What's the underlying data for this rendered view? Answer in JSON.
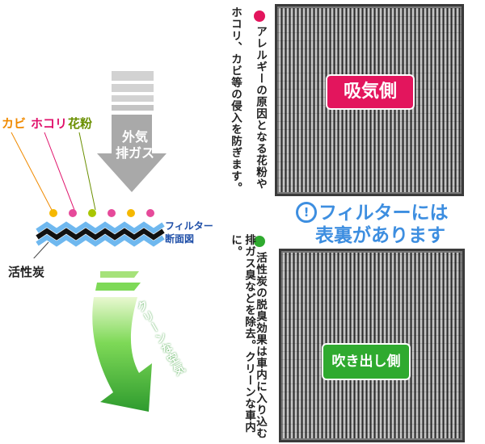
{
  "pollutants": {
    "mold": "カビ",
    "dust": "ホコリ",
    "pollen": "花粉"
  },
  "outside_air": {
    "line1": "外気",
    "line2": "排ガス"
  },
  "filter_section_label": {
    "line1": "フィルター",
    "line2": "断面図"
  },
  "activated_carbon_label": "活性炭",
  "clean_air_label": "クリーンな空気",
  "intake_side": {
    "caption_col1": "アレルギーの原因となる花粉や",
    "caption_col2": "ホコリ、カビ等の侵入を防ぎます。",
    "badge": "吸気側"
  },
  "outlet_side": {
    "caption_col1": "活性炭の脱臭効果は車内に入り込む",
    "caption_col2": "排ガス臭などを除去。クリーンな車内に。",
    "badge": "吹き出し側"
  },
  "notice": {
    "icon": "!",
    "line1": "フィルターには",
    "line2": "表裏があります"
  },
  "colors": {
    "intake_red": "#e3155d",
    "outlet_green": "#2faa2f",
    "notice_blue": "#3d8ee0",
    "carbon_blue": "#1f4fa8"
  }
}
